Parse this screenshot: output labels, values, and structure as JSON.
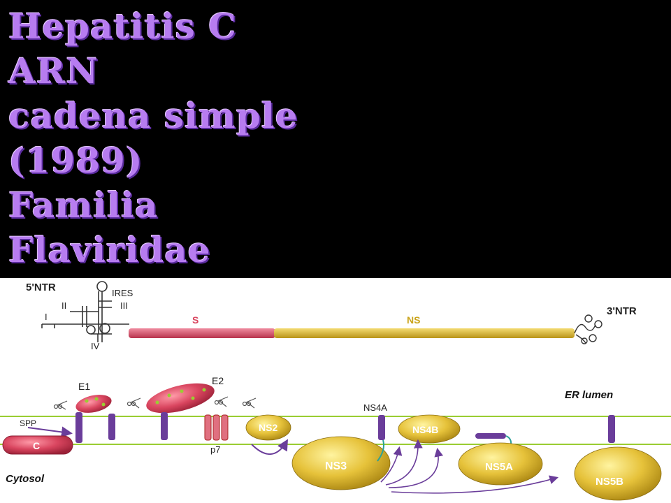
{
  "title_lines": [
    "Hepatitis C",
    "ARN",
    "cadena simple",
    "(1989)",
    "Familia",
    "Flaviridae"
  ],
  "genome": {
    "five_ntr": "5'NTR",
    "ires": "IRES",
    "roman": [
      "I",
      "II",
      "III",
      "IV"
    ],
    "segment_s": "S",
    "segment_ns": "NS",
    "three_ntr": "3'NTR"
  },
  "membrane": {
    "er_lumen": "ER lumen",
    "cytosol": "Cytosol",
    "spp": "SPP",
    "proteins": {
      "c": "C",
      "e1": "E1",
      "e2": "E2",
      "p7": "p7",
      "ns2": "NS2",
      "ns3": "NS3",
      "ns4a": "NS4A",
      "ns4b": "NS4B",
      "ns5a": "NS5A",
      "ns5b": "NS5B"
    }
  },
  "colors": {
    "title_text": "#b77cf0",
    "structural": "#d9455f",
    "nonstructural": "#e6c23a",
    "anchor": "#6a3d9a",
    "membrane_line": "#9acd32"
  }
}
